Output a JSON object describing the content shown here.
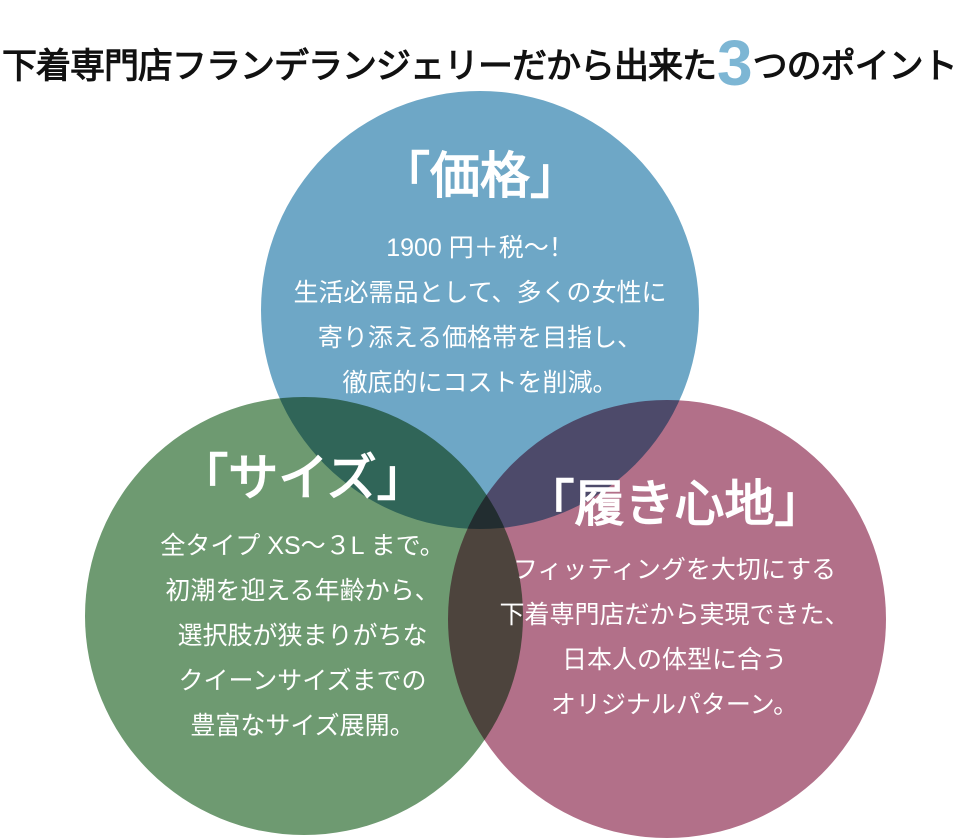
{
  "title": {
    "prefix": "下着専門店フランデランジェリーだから出来た",
    "number": "3",
    "suffix": "つのポイント"
  },
  "colors": {
    "blue": "#6ea7c6",
    "green": "#6e9a71",
    "pink": "#b27089",
    "number_blue": "#7db6d4",
    "text": "#ffffff",
    "title_text": "#111111"
  },
  "circles": [
    {
      "id": "price",
      "heading": "「価格」",
      "lines": [
        "1900 円＋税〜！",
        "生活必需品として、多くの女性に",
        "寄り添える価格帯を目指し、",
        "徹底的にコストを削減。"
      ]
    },
    {
      "id": "size",
      "heading": "「サイズ」",
      "lines": [
        "全タイプ XS〜３L まで。",
        "初潮を迎える年齢から、",
        "選択肢が狭まりがちな",
        "クイーンサイズまでの",
        "豊富なサイズ展開。"
      ]
    },
    {
      "id": "comfort",
      "heading": "「履き心地」",
      "lines": [
        "フィッティングを大切にする",
        "下着専門店だから実現できた、",
        "日本人の体型に合う",
        "オリジナルパターン。"
      ]
    }
  ]
}
